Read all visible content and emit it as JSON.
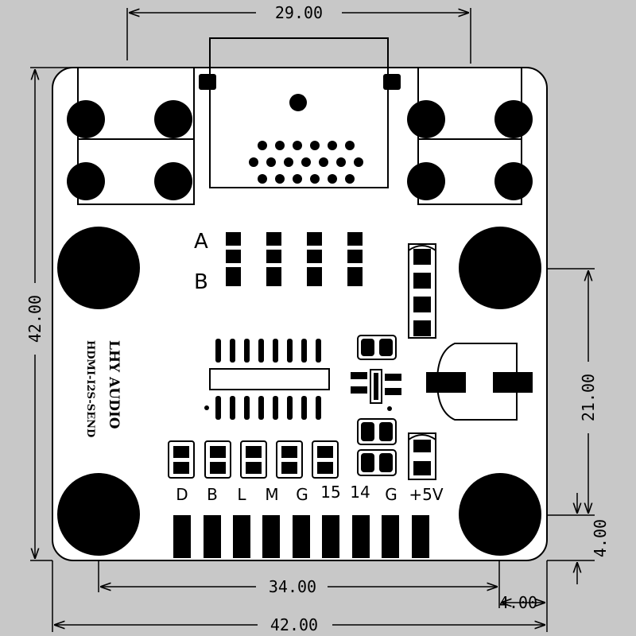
{
  "dimensions": {
    "top_width": "29.00",
    "left_height": "42.00",
    "right_spacing": "21.00",
    "right_offset": "4.00",
    "bottom_spacing": "34.00",
    "bottom_offset": "4.00",
    "bottom_width": "42.00"
  },
  "silkscreen": {
    "jumper_a": "A",
    "jumper_b": "B",
    "brand": "LHY AUDIO",
    "model": "HDMI-I2S-SEND",
    "pins": [
      "D",
      "B",
      "L",
      "M",
      "G",
      "15",
      "14",
      "G",
      "+5V"
    ]
  },
  "colors": {
    "background": "#c8c8c8",
    "board": "#ffffff",
    "ink": "#000000"
  }
}
